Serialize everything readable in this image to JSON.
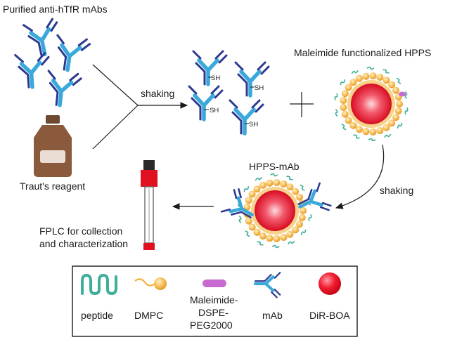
{
  "diagram": {
    "labels": {
      "antibodies": "Purified anti-hTfR mAbs",
      "reagent": "Traut's reagent",
      "shaking_top": "shaking",
      "sh_group": "SH",
      "hpps": "Maleimide functionalized HPPS",
      "shaking_right": "shaking",
      "hpps_mab": "HPPS-mAb",
      "fplc_line1": "FPLC for collection",
      "fplc_line2": "and characterization"
    },
    "legend": [
      {
        "label": "peptide"
      },
      {
        "label": "DMPC"
      },
      {
        "label": "Maleimide-",
        "label2": "DSPE-",
        "label3": "PEG2000"
      },
      {
        "label": "mAb"
      },
      {
        "label": "DiR-BOA"
      }
    ],
    "colors": {
      "antibody_light": "#39a9dc",
      "antibody_dark": "#2b3990",
      "peptide": "#3fae9a",
      "dmpc": "#f5b544",
      "maleimide": "#c86bd0",
      "core": "#e8102a",
      "bottle": "#8b5a3c",
      "column_red": "#e01020"
    },
    "icons": [
      "antibody-icon",
      "bottle-icon",
      "nanoparticle-icon",
      "fplc-column-icon",
      "plus-icon",
      "arrow-icon"
    ]
  }
}
